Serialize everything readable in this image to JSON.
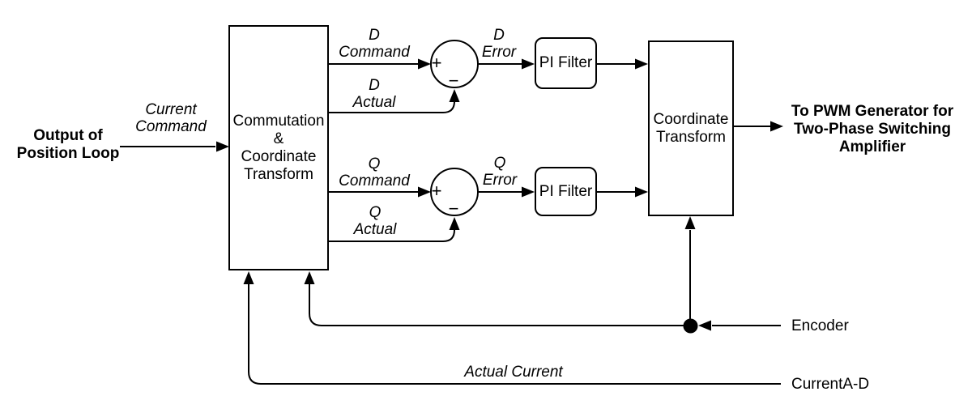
{
  "colors": {
    "background": "#ffffff",
    "line": "#000000",
    "text": "#000000"
  },
  "labels": {
    "source": {
      "lines": [
        "Output of",
        "Position Loop"
      ]
    },
    "current_command": {
      "lines": [
        "Current",
        "Command"
      ]
    },
    "d_command": {
      "lines": [
        "D",
        "Command"
      ]
    },
    "d_actual": {
      "lines": [
        "D",
        "Actual"
      ]
    },
    "d_error": {
      "lines": [
        "D",
        "Error"
      ]
    },
    "q_command": {
      "lines": [
        "Q",
        "Command"
      ]
    },
    "q_actual": {
      "lines": [
        "Q",
        "Actual"
      ]
    },
    "q_error": {
      "lines": [
        "Q",
        "Error"
      ]
    },
    "actual_current": "Actual Current",
    "encoder": "Encoder",
    "current_ad": "CurrentA-D",
    "output": {
      "lines": [
        "To PWM Generator for",
        "Two-Phase Switching",
        "Amplifier"
      ]
    }
  },
  "blocks": {
    "commutation": {
      "lines": [
        "Commutation",
        "&",
        "Coordinate",
        "Transform"
      ]
    },
    "pi_filter_d": {
      "label": "PI Filter"
    },
    "pi_filter_q": {
      "label": "PI Filter"
    },
    "coordinate_transform": {
      "lines": [
        "Coordinate",
        "Transform"
      ]
    }
  },
  "junctions": {
    "d_sum": {
      "plus": "+",
      "minus": "−"
    },
    "q_sum": {
      "plus": "+",
      "minus": "−"
    }
  }
}
